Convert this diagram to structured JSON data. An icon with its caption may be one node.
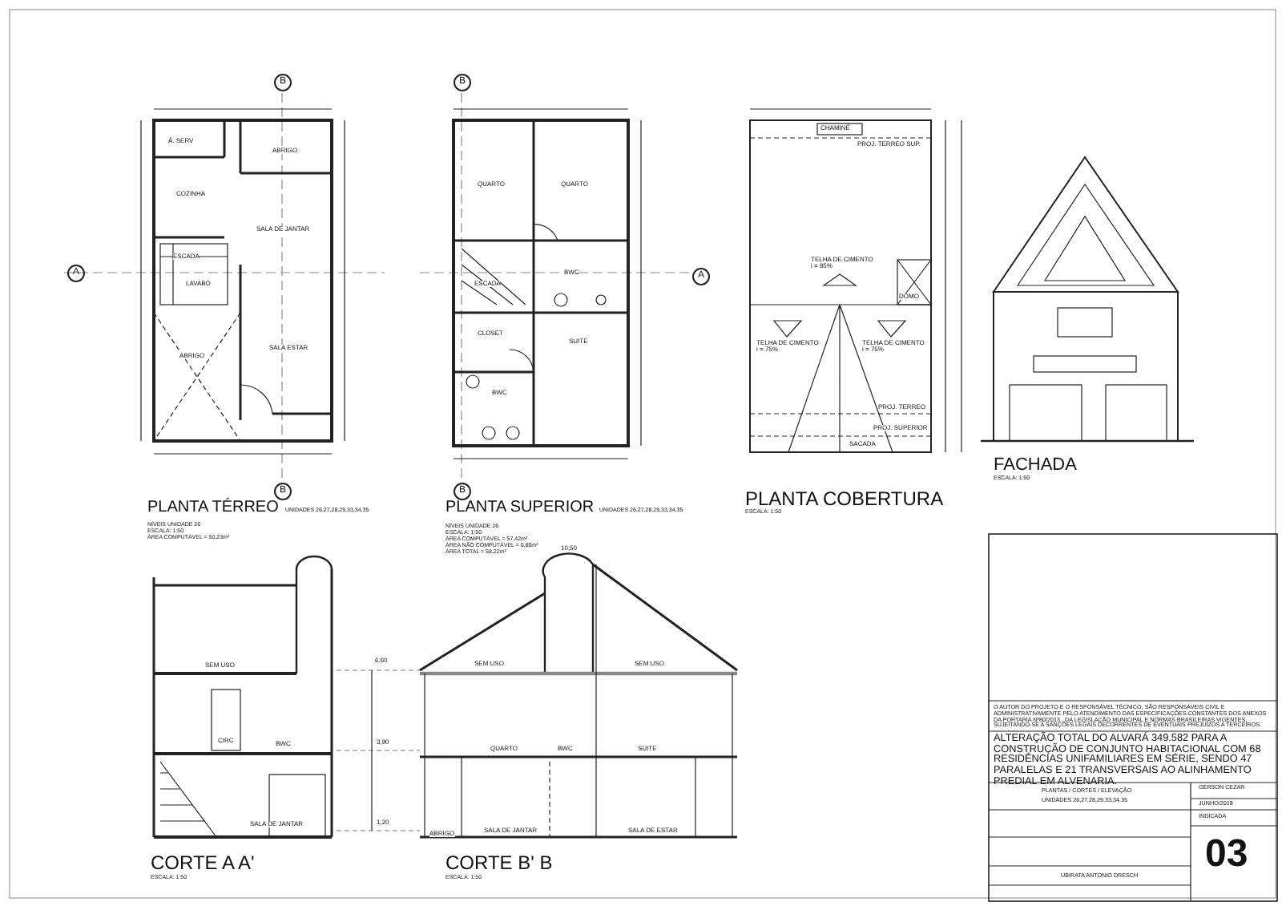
{
  "diagram": {
    "labels": [
      "Á. SERV",
      "ABRIGO",
      "COZINHA",
      "SALA DE JANTAR",
      "ESCADA",
      "LAVABO",
      "ABRIGO",
      "SALA ESTAR",
      "PLANTA TÉRREO",
      "UNIDADES 26,27,28,29,33,34,35",
      "NÍVEIS UNIDADE 26",
      "ESCALA: 1:50",
      "ÁREA COMPUTÁVEL = 50,23m²",
      "QUARTO",
      "QUARTO",
      "ESCADA",
      "BWC",
      "CLOSET",
      "SUITE",
      "BWC",
      "PLANTA SUPERIOR",
      "UNIDADES 26,27,28,29,33,34,35",
      "NÍVEIS UNIDADE 26",
      "ESCALA: 1:50",
      "ÁREA COMPUTÁVEL = 57,42m²",
      "ÁREA NÃO COMPUTÁVEL = 0,80m²",
      "ÁREA TOTAL = 58,22m²",
      "CHAMINÉ",
      "PROJ. TERREO SUP.",
      "TELHA DE CIMENTO i = 85%",
      "TELHA DE CIMENTO i = 75%",
      "TELHA DE CIMENTO i = 75%",
      "DOMO",
      "PROJ. TERREO",
      "PROJ. SUPERIOR",
      "SACADA",
      "PLANTA COBERTURA",
      "ESCALA: 1:50",
      "FACHADA",
      "ESCALA: 1:50",
      "SEM USO",
      "CIRC",
      "BWC",
      "SALA DE JANTAR",
      "6,60",
      "3,90",
      "1,20",
      "CORTE A A'",
      "ESCALA: 1:50",
      "10,50",
      "SEM USO",
      "SEM USO",
      "QUARTO",
      "BWC",
      "SUITE",
      "ABRIGO",
      "SALA DE JANTAR",
      "SALA DE ESTAR",
      "CORTE B' B",
      "ESCALA: 1:50",
      "O AUTOR DO PROJETO E O RESPONSÁVEL TÉCNICO, SÃO RESPONSÁVEIS CIVIL E ADMINISTRATIVAMENTE PELO ATENDIMENTO DAS ESPECIFICAÇÕES CONSTANTES DOS ANEXOS DA PORTARIA Nº80/2013 , DA LEGISLAÇÃO MUNICIPAL E NORMAS BRASILEIRAS VIGENTES, SUJEITANDO-SE A SANÇÕES LEGAIS DECORRENTES DE EVENTUAIS PREJUÍZOS A TERCEIROS.",
      "ALTERAÇÃO TOTAL DO ALVARÁ 349.582 PARA A CONSTRUÇÃO DE CONJUNTO HABITACIONAL COM 68 RESIDÊNCIAS UNIFAMILIARES EM SÉRIE, SENDO 47 PARALELAS E 21 TRANSVERSAIS AO ALINHAMENTO PREDIAL EM ALVENARIA.",
      "PLANTAS / CORTES / ELEVAÇÃO",
      "UNIDADES 26,27,28,29,33,34,35",
      "UBIRATA ANTONIO DRESCH",
      "GERSON CEZAR",
      "JUNHO/2018",
      "INDICADA",
      "03",
      "A",
      "A",
      "B",
      "B",
      "B",
      "B"
    ]
  }
}
